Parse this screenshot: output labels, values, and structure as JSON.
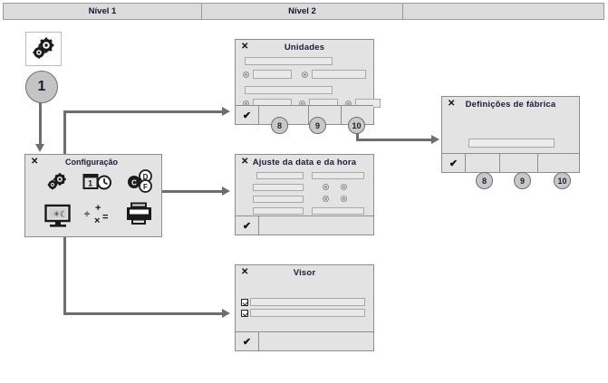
{
  "header": {
    "columns": [
      {
        "label": "Nível 1"
      },
      {
        "label": "Nível 2"
      },
      {
        "label": ""
      }
    ]
  },
  "start_icon": {
    "name": "gears-icon",
    "badge": "1"
  },
  "config_panel": {
    "title": "Configuração",
    "close_label": "✕",
    "icons": [
      {
        "name": "gears-icon",
        "label": ""
      },
      {
        "name": "date-time-icon",
        "label": ""
      },
      {
        "name": "temperature-units-icon",
        "label": "C D F"
      },
      {
        "name": "display-icon",
        "label": ""
      },
      {
        "name": "math-operations-icon",
        "label": "÷ + × ="
      },
      {
        "name": "printer-icon",
        "label": ""
      }
    ]
  },
  "dialogs": {
    "unidades": {
      "title": "Unidades",
      "close_label": "✕",
      "ok_label": "✔",
      "badges": [
        "8",
        "9",
        "10"
      ]
    },
    "fabrica": {
      "title": "Definições de fábrica",
      "close_label": "✕",
      "ok_label": "✔",
      "badges": [
        "8",
        "9",
        "10"
      ]
    },
    "datahora": {
      "title": "Ajuste da data e da hora",
      "close_label": "✕",
      "ok_label": "✔"
    },
    "visor": {
      "title": "Visor",
      "close_label": "✕",
      "ok_label": "✔"
    }
  },
  "colors": {
    "panel_bg": "#e3e3e3",
    "header_bg": "#dcdcdc",
    "border": "#8d8d8d",
    "connector": "#6e6e6e",
    "badge_bg": "#c8c8c8",
    "title_text": "#1b1b3a"
  }
}
